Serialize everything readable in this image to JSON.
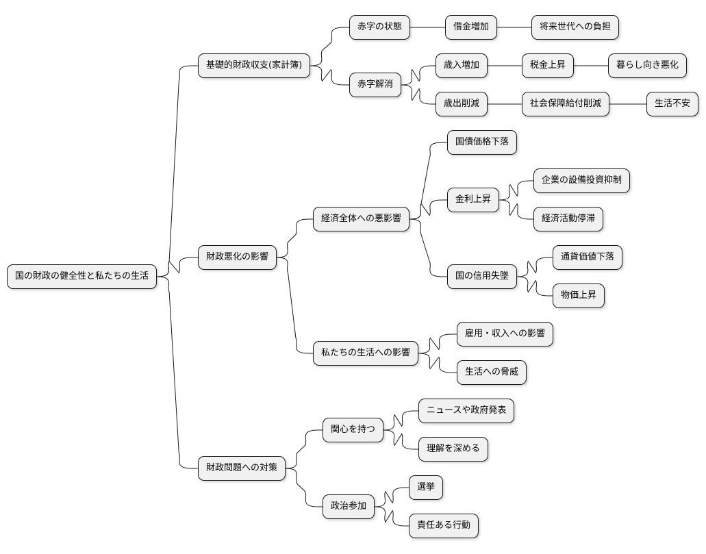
{
  "mindmap": {
    "root": "国の財政の健全性と私たちの生活",
    "n_kiso": "基礎的財政収支(家計簿)",
    "n_akaji_jotai": "赤字の状態",
    "n_shakkin": "借金増加",
    "n_shorai": "将来世代への負担",
    "n_akaji_kaisho": "赤字解消",
    "n_sainyu": "歳入増加",
    "n_zeikin": "税金上昇",
    "n_kurashi": "暮らし向き悪化",
    "n_saishutsu": "歳出削減",
    "n_shakaihosho": "社会保障給付削減",
    "n_seikatsu_fuan": "生活不安",
    "n_zaisei_akka": "財政悪化の影響",
    "n_keizai": "経済全体への悪影響",
    "n_kokusai": "国債価格下落",
    "n_kinri": "金利上昇",
    "n_setsubi": "企業の設備投資抑制",
    "n_teitai": "経済活動停滞",
    "n_shinyo": "国の信用失墜",
    "n_tsuka": "通貨価値下落",
    "n_bukka": "物価上昇",
    "n_watashi": "私たちの生活への影響",
    "n_koyo": "雇用・収入への影響",
    "n_kyoi": "生活への脅威",
    "n_taisaku": "財政問題への対策",
    "n_kanshin": "関心を持つ",
    "n_news": "ニュースや政府発表",
    "n_rikai": "理解を深める",
    "n_seiji": "政治参加",
    "n_senkyo": "選挙",
    "n_sekinin": "責任ある行動"
  }
}
